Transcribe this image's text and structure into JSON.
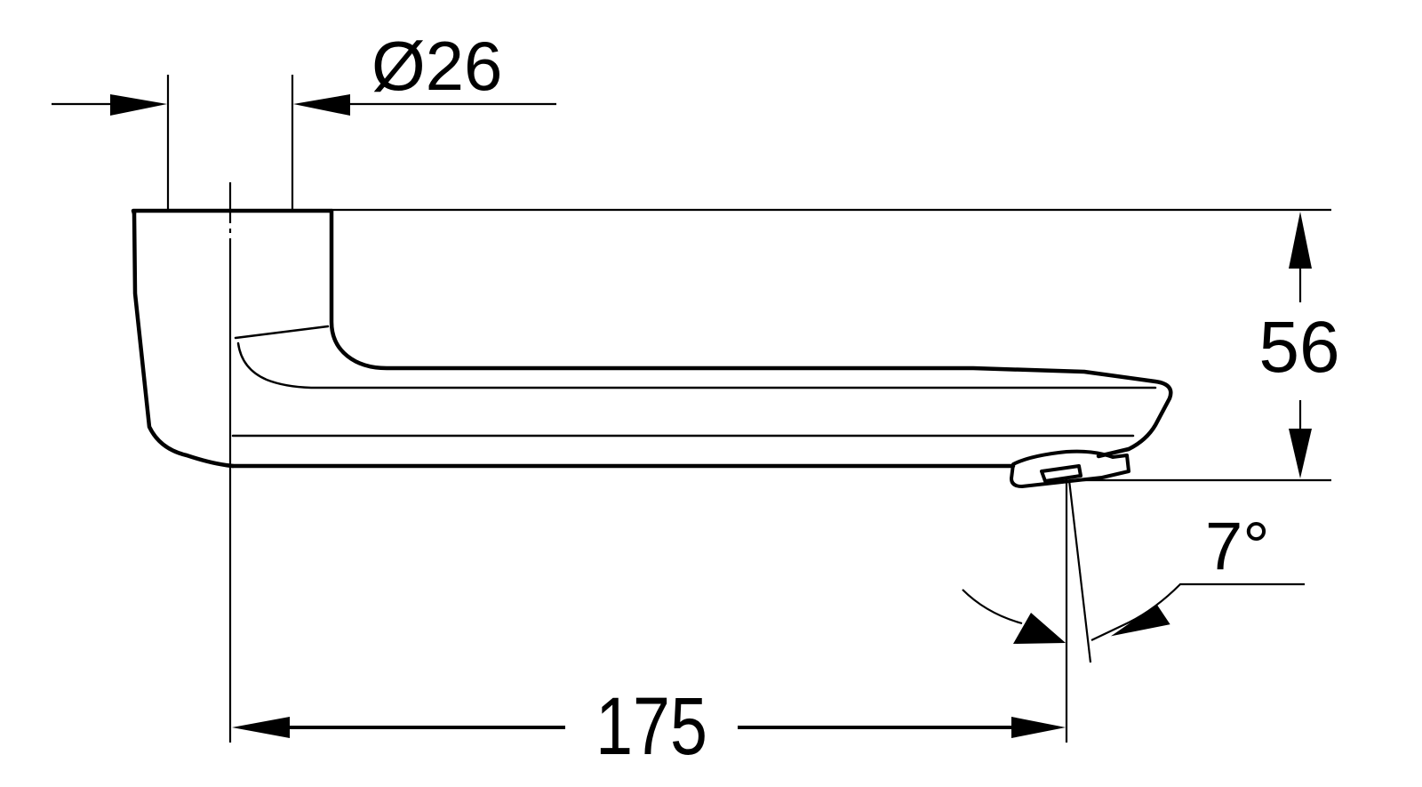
{
  "drawing": {
    "subject": "spout-side-elevation",
    "line_color": "#000000",
    "background_color": "#ffffff",
    "units": "mm"
  },
  "dimensions": {
    "diameter": {
      "label": "Ø26",
      "value": 26,
      "kind": "diameter"
    },
    "height": {
      "label": "56",
      "value": 56,
      "kind": "linear-vertical"
    },
    "projection": {
      "label": "175",
      "value": 175,
      "kind": "linear-horizontal"
    },
    "angle": {
      "label": "7°",
      "value": 7,
      "kind": "angular"
    }
  }
}
